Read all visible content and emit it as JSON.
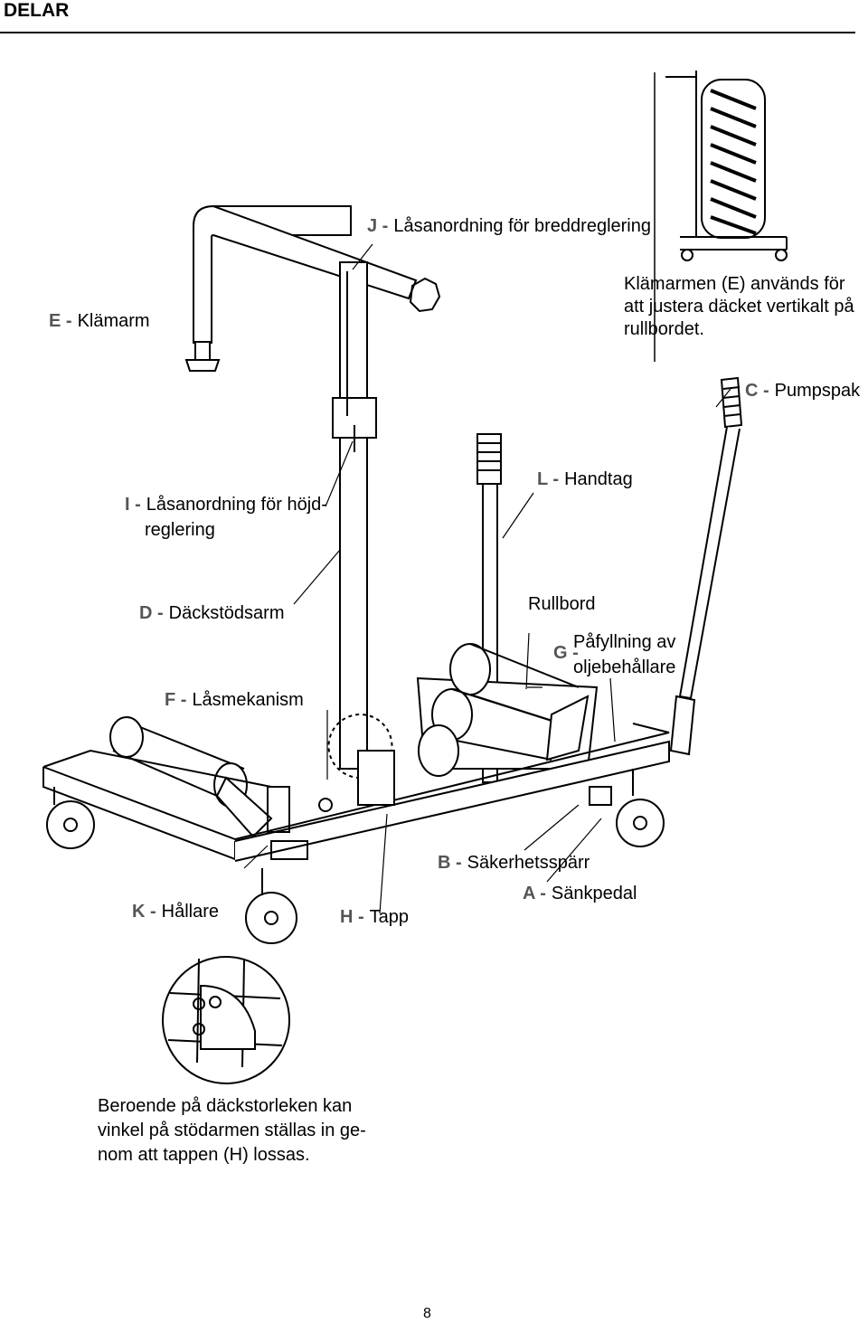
{
  "header": "DELAR",
  "labels": {
    "J": {
      "letter": "J",
      "text": "Låsanordning för breddreglering"
    },
    "E": {
      "letter": "E",
      "text": "Klämarm"
    },
    "C": {
      "letter": "C",
      "text": "Pumpspak"
    },
    "I": {
      "letter": "I",
      "text": "Låsanordning för höjd-",
      "text2": "reglering"
    },
    "L": {
      "letter": "L",
      "text": "Handtag"
    },
    "D": {
      "letter": "D",
      "text": "Däckstödsarm"
    },
    "F": {
      "letter": "F",
      "text": "Låsmekanism"
    },
    "G": {
      "letter": "G",
      "text": "Påfyllning av",
      "text2": "oljebehållare"
    },
    "rullbord": "Rullbord",
    "B": {
      "letter": "B",
      "text": "Säkerhetsspärr"
    },
    "A": {
      "letter": "A",
      "text": "Sänkpedal"
    },
    "K": {
      "letter": "K",
      "text": "Hållare"
    },
    "H": {
      "letter": "H",
      "text": "Tapp"
    }
  },
  "note_top": [
    "Klämarmen (E) används för",
    "att justera däcket vertikalt på",
    "rullbordet."
  ],
  "note_bottom": [
    "Beroende på däckstorleken kan",
    "vinkel på stödarmen ställas in ge-",
    "nom att tappen (H) lossas."
  ],
  "page_number": "8"
}
